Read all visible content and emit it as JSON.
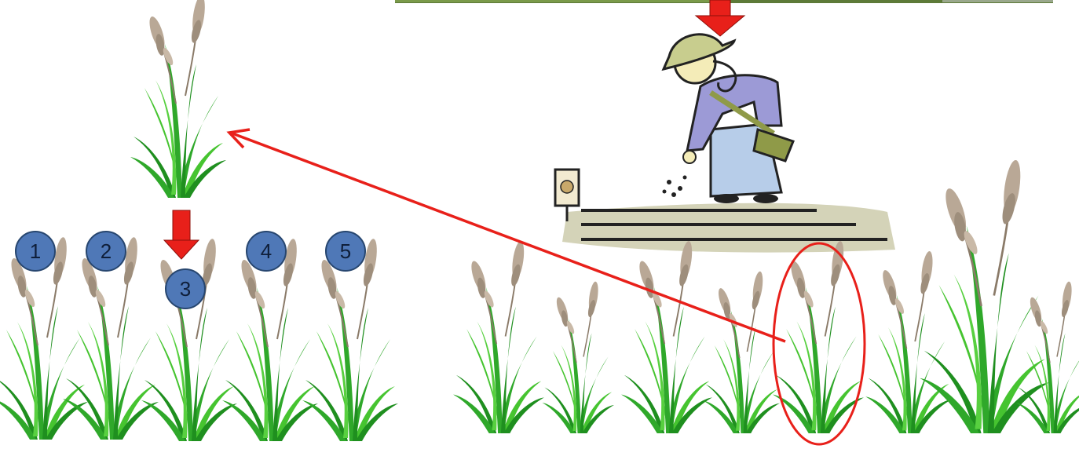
{
  "colors": {
    "background": "#ffffff",
    "badge_fill": "#4f78b7",
    "badge_stroke": "#27466f",
    "badge_text": "#0f1f3a",
    "arrow_red": "#e8201a",
    "arrow_dark": "#8c0f0a",
    "grass_light": "#46c430",
    "grass_dark": "#1f8f1f",
    "grain": "#b9a896",
    "farmer_shirt": "#9c9ad6",
    "farmer_dress": "#b7cde9",
    "bag": "#8f9a48",
    "soil": "#d4d3b8"
  },
  "top_photo": {
    "description_icon": "field-photo-strip"
  },
  "farmer": {
    "icon": "farmer-sowing-seeds-icon",
    "sign_icon": "seed-packet-sign-icon"
  },
  "selected_plant": {
    "icon": "selected-rice-plant-icon"
  },
  "badges": [
    {
      "label": "1"
    },
    {
      "label": "2"
    },
    {
      "label": "3"
    },
    {
      "label": "4"
    },
    {
      "label": "5"
    }
  ],
  "arrows": {
    "top_down": "down-arrow-icon",
    "selection": "selection-arrow-icon",
    "replicate_down": "down-arrow-icon"
  }
}
